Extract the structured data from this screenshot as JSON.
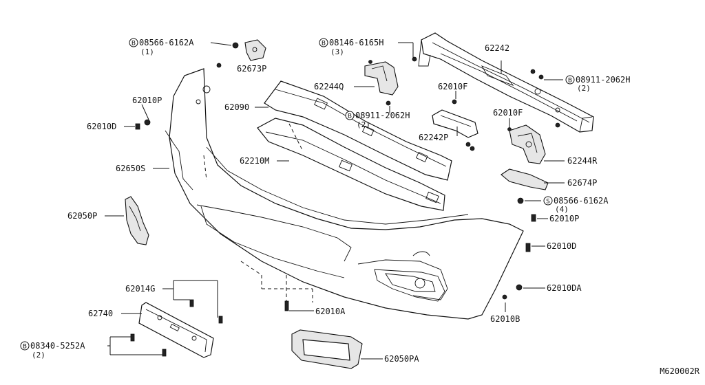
{
  "parts": {
    "p62673P": "62673P",
    "p62010P_a": "62010P",
    "p62010D_a": "62010D",
    "p62650S": "62650S",
    "p62050P": "62050P",
    "p62014G": "62014G",
    "p62740": "62740",
    "p62010A": "62010A",
    "p62050PA": "62050PA",
    "p62090": "62090",
    "p62210M": "62210M",
    "p62244Q": "62244Q",
    "p62010F_a": "62010F",
    "p62242P": "62242P",
    "p62242": "62242",
    "p62010F_b": "62010F",
    "p62244R": "62244R",
    "p62674P": "62674P",
    "p62010P_b": "62010P",
    "p62010D_b": "62010D",
    "p62010DA": "62010DA",
    "p62010B": "62010B"
  },
  "fasteners": {
    "f1": {
      "symbol": "B",
      "code": "08566-6162A",
      "qty": "(1)"
    },
    "f2": {
      "symbol": "B",
      "code": "08146-6165H",
      "qty": "(3)"
    },
    "f3": {
      "symbol": "B",
      "code": "08911-2062H",
      "qty": "(2)"
    },
    "f4": {
      "symbol": "B",
      "code": "08911-2062H",
      "qty": "(2)"
    },
    "f5": {
      "symbol": "S",
      "code": "08566-6162A",
      "qty": "(4)"
    },
    "f6": {
      "symbol": "B",
      "code": "08340-5252A",
      "qty": "(2)"
    }
  },
  "diagram_code": "M620002R"
}
